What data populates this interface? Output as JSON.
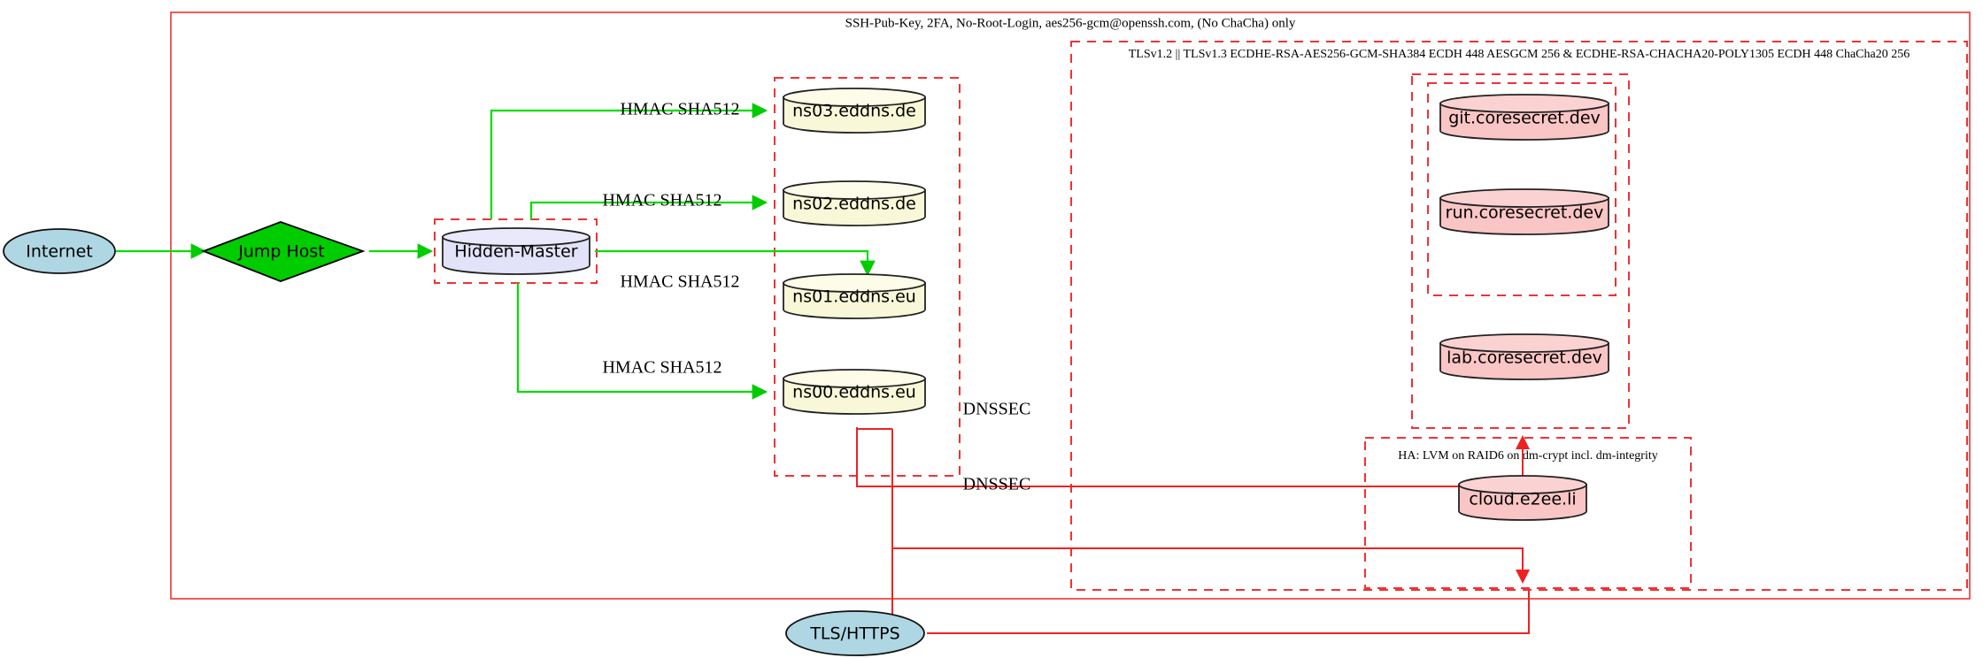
{
  "diagram": {
    "title": "Infrastructure network topology",
    "clusters": [
      {
        "id": "ssh-zone",
        "label": "SSH-Pub-Key, 2FA, No-Root-Login, aes256-gcm@openssh.com, (No ChaCha) only"
      },
      {
        "id": "tls-zone",
        "label": "TLSv1.2 || TLSv1.3 ECDHE-RSA-AES256-GCM-SHA384 ECDH 448 AESGCM 256 & ECDHE-RSA-CHACHA20-POLY1305 ECDH 448 ChaCha20 256"
      },
      {
        "id": "ha-zone",
        "label": "HA: LVM on RAID6 on dm-crypt incl. dm-integrity"
      },
      {
        "id": "master-zone",
        "label": ""
      },
      {
        "id": "dns-zone",
        "label": ""
      },
      {
        "id": "core-zone",
        "label": ""
      },
      {
        "id": "gitrun-zone",
        "label": ""
      }
    ],
    "nodes": [
      {
        "id": "internet",
        "label": "Internet",
        "shape": "ellipse",
        "color": "#aed6e3"
      },
      {
        "id": "jumphost",
        "label": "Jump Host",
        "shape": "diamond",
        "color": "#00cc00"
      },
      {
        "id": "master",
        "label": "Hidden-Master",
        "shape": "cylinder",
        "color": "#e2e2f8"
      },
      {
        "id": "ns03",
        "label": "ns03.eddns.de",
        "shape": "cylinder",
        "color": "#f8f8d8"
      },
      {
        "id": "ns02",
        "label": "ns02.eddns.de",
        "shape": "cylinder",
        "color": "#f8f8d8"
      },
      {
        "id": "ns01",
        "label": "ns01.eddns.eu",
        "shape": "cylinder",
        "color": "#f8f8d8"
      },
      {
        "id": "ns00",
        "label": "ns00.eddns.eu",
        "shape": "cylinder",
        "color": "#f8f8d8"
      },
      {
        "id": "git",
        "label": "git.coresecret.dev",
        "shape": "cylinder",
        "color": "#fac5c5"
      },
      {
        "id": "run",
        "label": "run.coresecret.dev",
        "shape": "cylinder",
        "color": "#fac5c5"
      },
      {
        "id": "lab",
        "label": "lab.coresecret.dev",
        "shape": "cylinder",
        "color": "#fac5c5"
      },
      {
        "id": "cloud",
        "label": "cloud.e2ee.li",
        "shape": "cylinder",
        "color": "#fac5c5"
      },
      {
        "id": "tlshttps",
        "label": "TLS/HTTPS",
        "shape": "ellipse",
        "color": "#aed6e3"
      }
    ],
    "edge_labels": [
      {
        "id": "hmac-ns03",
        "label": "HMAC SHA512"
      },
      {
        "id": "hmac-ns02",
        "label": "HMAC SHA512"
      },
      {
        "id": "hmac-ns01",
        "label": "HMAC SHA512"
      },
      {
        "id": "hmac-ns00",
        "label": "HMAC SHA512"
      },
      {
        "id": "dnssec-1",
        "label": "DNSSEC"
      },
      {
        "id": "dnssec-2",
        "label": "DNSSEC"
      }
    ],
    "colors": {
      "green_edge": "#00dd00",
      "red_edge": "#ee2222",
      "cluster_border": "#ee3333",
      "ellipse_fill": "#aed6e3",
      "diamond_fill": "#00cc00",
      "master_fill": "#e2e2f8",
      "dns_fill": "#f8f8d8",
      "app_fill": "#fac5c5"
    }
  }
}
